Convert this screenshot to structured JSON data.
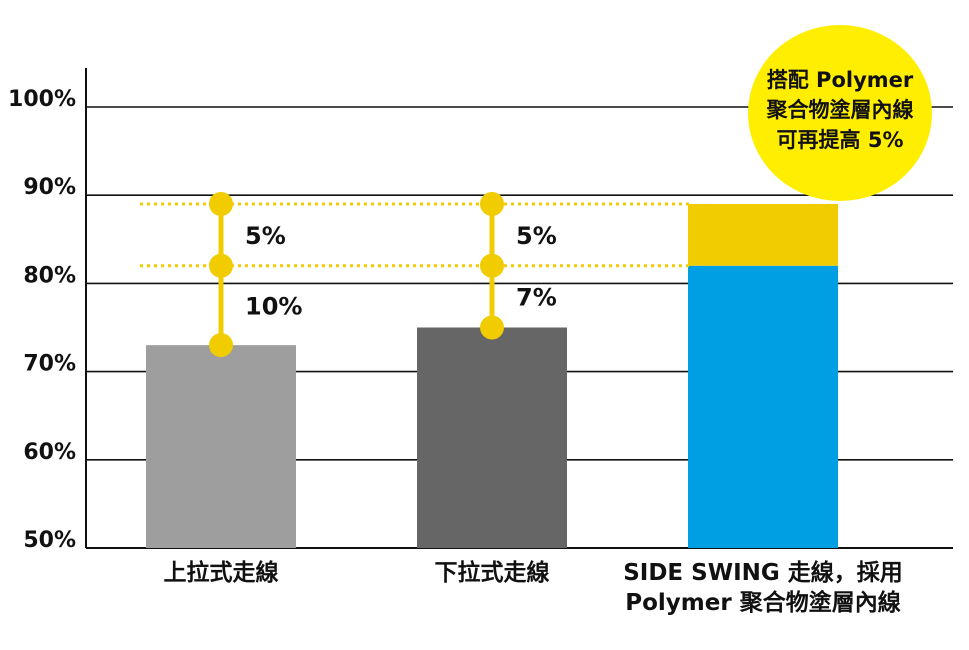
{
  "chart_data": {
    "type": "bar",
    "ylim": [
      50,
      100
    ],
    "y_ticks": [
      "100%",
      "90%",
      "80%",
      "70%",
      "60%",
      "50%"
    ],
    "y_tick_values": [
      100,
      90,
      80,
      70,
      60,
      50
    ],
    "grid": true,
    "categories": [
      {
        "lines": [
          "上拉式走線"
        ]
      },
      {
        "lines": [
          "下拉式走線"
        ]
      },
      {
        "lines": [
          "SIDE SWING 走線，採用",
          "Polymer 聚合物塗層內線"
        ]
      }
    ],
    "bars": [
      {
        "base": 73,
        "color": "#9e9e9e"
      },
      {
        "base": 75,
        "color": "#666666"
      },
      {
        "base": 82,
        "top": 89,
        "color": "#009fe3",
        "top_color": "#f0cc00"
      }
    ],
    "reference_levels": [
      89,
      82
    ],
    "reference_color": "#f0cc00",
    "annotations": [
      {
        "bar": 0,
        "from": 73,
        "to": 82,
        "label": "10%"
      },
      {
        "bar": 0,
        "from": 82,
        "to": 89,
        "label": "5%"
      },
      {
        "bar": 1,
        "from": 75,
        "to": 82,
        "label": "7%"
      },
      {
        "bar": 1,
        "from": 82,
        "to": 89,
        "label": "5%"
      }
    ],
    "callout": {
      "lines": [
        "搭配 Polymer",
        "聚合物塗層內線",
        "可再提高 5%"
      ],
      "color": "#ffee00",
      "bar": 2
    }
  }
}
